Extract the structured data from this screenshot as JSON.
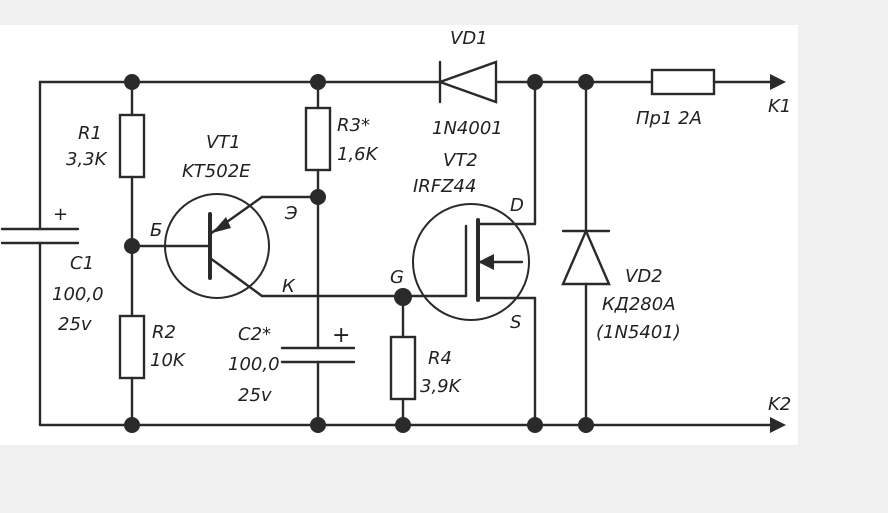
{
  "colors": {
    "background": "#f0f0f0",
    "paper": "#ffffff",
    "ink": "#2a2a2a"
  },
  "components": {
    "r1": {
      "name": "R1",
      "value": "3,3K"
    },
    "c1": {
      "name": "C1",
      "value": "100,0",
      "voltage": "25v",
      "plus": "+"
    },
    "r2": {
      "name": "R2",
      "value": "10K"
    },
    "vt1": {
      "name": "VT1",
      "part": "KT502E",
      "pin_base": "Б",
      "pin_emitter": "Э",
      "pin_collector": "К"
    },
    "r3": {
      "name": "R3*",
      "value": "1,6K"
    },
    "c2": {
      "name": "C2*",
      "value": "100,0",
      "voltage": "25v",
      "plus": "+"
    },
    "vd1": {
      "name": "VD1",
      "part": "1N4001"
    },
    "vt2": {
      "name": "VT2",
      "part": "IRFZ44",
      "pin_gate": "G",
      "pin_drain": "D",
      "pin_source": "S"
    },
    "r4": {
      "name": "R4",
      "value": "3,9K"
    },
    "vd2": {
      "name": "VD2",
      "part": "КД280А",
      "alt": "(1N5401)"
    },
    "fuse": {
      "label": "Пр1 2А"
    }
  },
  "terminals": {
    "k1": "K1",
    "k2": "K2"
  }
}
